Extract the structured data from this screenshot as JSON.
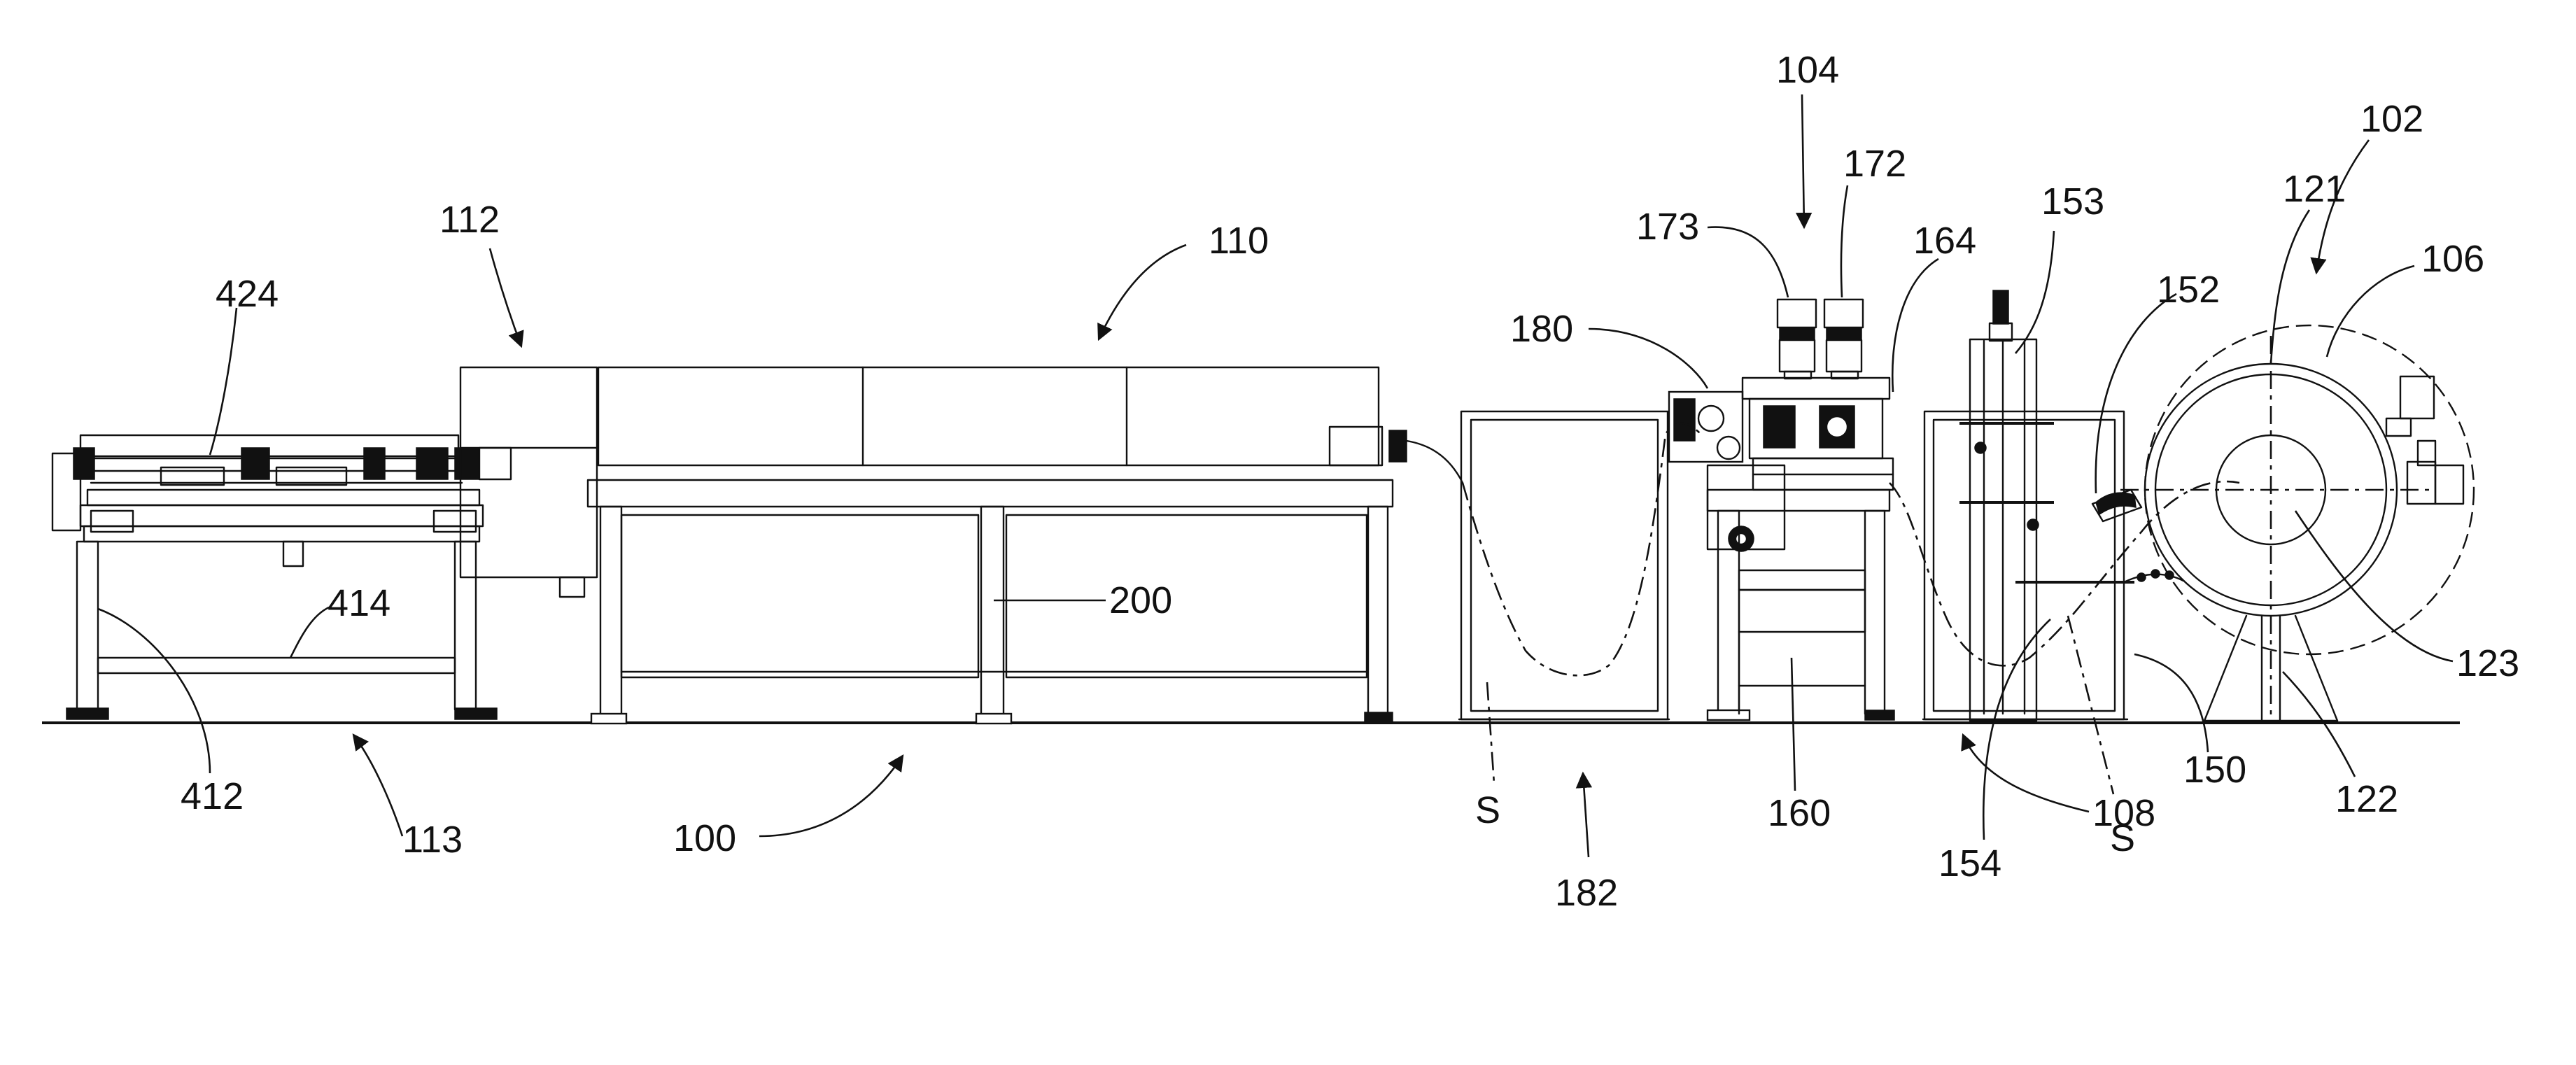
{
  "labels": {
    "l100": "100",
    "l102": "102",
    "l104": "104",
    "l106": "106",
    "l108": "108",
    "l110": "110",
    "l112": "112",
    "l113": "113",
    "l121": "121",
    "l122": "122",
    "l123": "123",
    "l150": "150",
    "l152": "152",
    "l153": "153",
    "l154": "154",
    "l160": "160",
    "l164": "164",
    "l172": "172",
    "l173": "173",
    "l180": "180",
    "l182": "182",
    "l200": "200",
    "l412": "412",
    "l414": "414",
    "l424": "424",
    "s_left": "S",
    "s_right": "S"
  }
}
